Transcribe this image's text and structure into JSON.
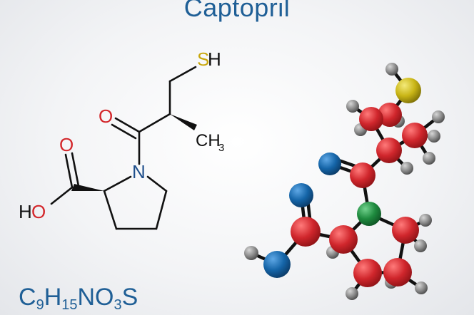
{
  "title": "Captopril",
  "formula": {
    "parts": [
      {
        "el": "C",
        "sub": "9"
      },
      {
        "el": "H",
        "sub": "15"
      },
      {
        "el": "NO",
        "sub": "3"
      },
      {
        "el": "S",
        "sub": ""
      }
    ]
  },
  "structure_labels": {
    "S": "S",
    "H": "H",
    "O_carbonyl": "O",
    "O_acid": "O",
    "HO": "H",
    "O_hydroxyl": "O",
    "N": "N",
    "CH": "CH",
    "CH_sub": "3"
  },
  "colors": {
    "title": "#1f5f96",
    "carbon": "#d0262c",
    "oxygen": "#1565a8",
    "nitrogen": "#1e8a3e",
    "sulfur": "#c9b516",
    "hydrogen": "#8c8c8c",
    "bond": "#111111",
    "label_red": "#d3262a",
    "label_blue": "#1f4f8c",
    "label_yellow": "#c9a80e"
  }
}
